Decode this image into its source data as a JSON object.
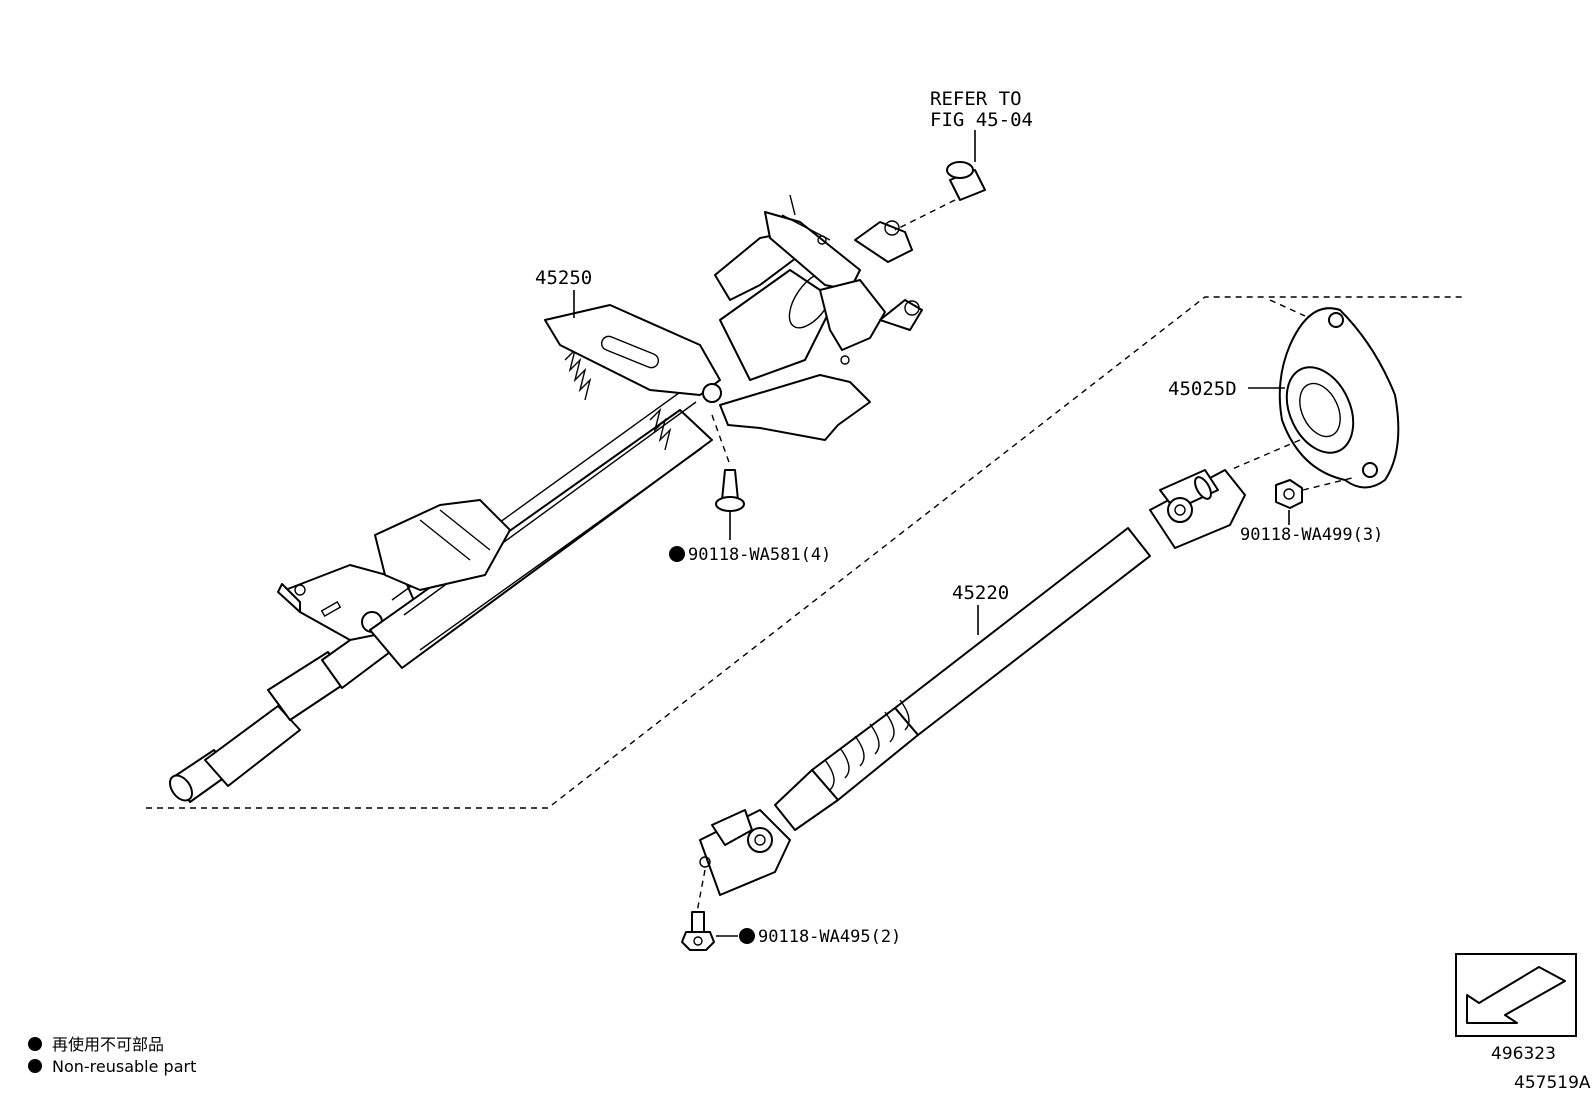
{
  "callouts": {
    "refer_line1": "REFER TO",
    "refer_line2": "FIG 45-04",
    "column": "45250",
    "bolt_column": "90118-WA581(4)",
    "cover": "45025D",
    "nut_cover": "90118-WA499(3)",
    "shaft": "45220",
    "bolt_joint": "90118-WA495(2)"
  },
  "legend": {
    "jp": "再使用不可部品",
    "en": "Non-reusable part"
  },
  "reference": {
    "view_code": "496323",
    "figure_code": "457519A"
  }
}
